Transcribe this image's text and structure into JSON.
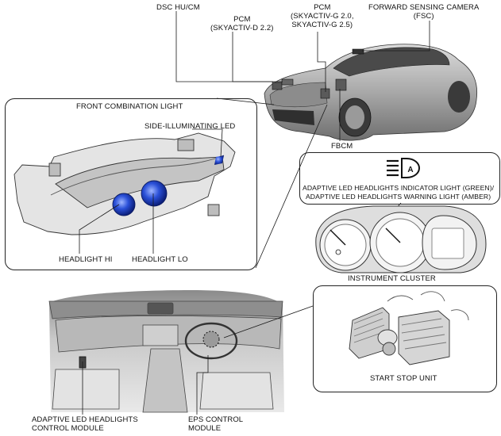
{
  "labels": {
    "dsc_hu_cm": "DSC HU/CM",
    "pcm_diesel_1": "PCM",
    "pcm_diesel_2": "(SKYACTIV-D 2.2)",
    "pcm_gas_1": "PCM",
    "pcm_gas_2": "(SKYACTIV-G 2.0,",
    "pcm_gas_3": "SKYACTIV-G 2.5)",
    "fsc_1": "FORWARD SENSING CAMERA",
    "fsc_2": "(FSC)",
    "fbcm": "FBCM",
    "front_combination_light": "FRONT COMBINATION LIGHT",
    "side_illuminating_led": "SIDE-ILLUMINATING LED",
    "headlight_hi": "HEADLIGHT HI",
    "headlight_lo": "HEADLIGHT LO",
    "adaptive_indicator_1": "ADAPTIVE LED HEADLIGHTS INDICATOR LIGHT (GREEN)/",
    "adaptive_indicator_2": "ADAPTIVE LED HEADLIGHTS WARNING LIGHT (AMBER)",
    "instrument_cluster": "INSTRUMENT CLUSTER",
    "start_stop_unit": "START STOP UNIT",
    "adaptive_module_1": "ADAPTIVE LED HEADLIGHTS",
    "adaptive_module_2": "CONTROL MODULE",
    "eps_1": "EPS CONTROL",
    "eps_2": "MODULE",
    "indicator_symbol": "A"
  },
  "colors": {
    "line": "#1a1a1a",
    "gray_dark": "#6e6e6e",
    "gray_mid": "#a9a9a9",
    "gray_light": "#d6d6d6",
    "led_blue": "#2a50d8"
  },
  "icons": [
    "adaptive-led-headlight-icon"
  ]
}
